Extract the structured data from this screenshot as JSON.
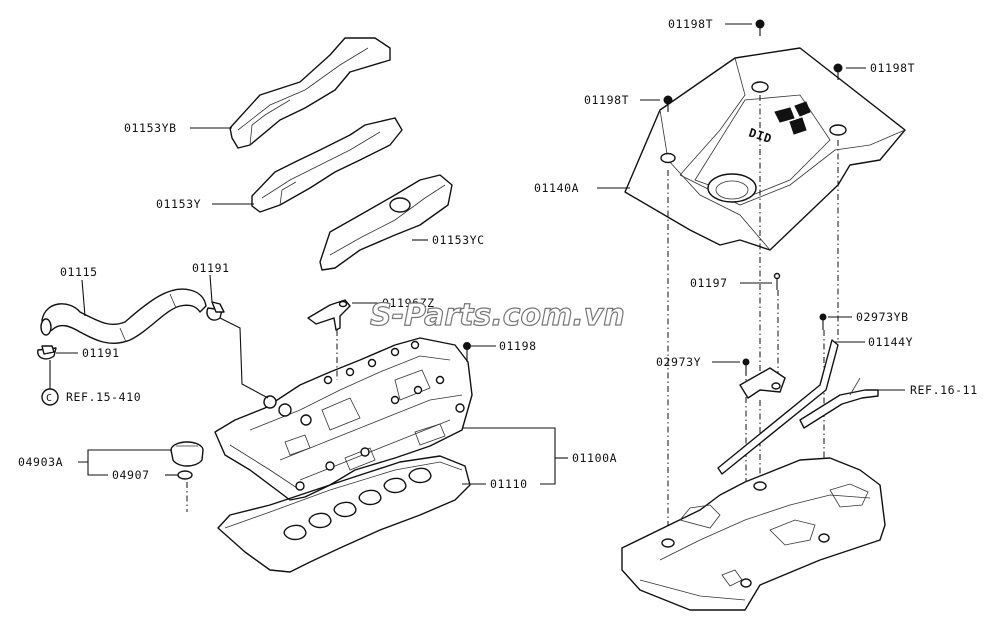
{
  "watermark": "S-Parts.com.vn",
  "colors": {
    "line": "#111111",
    "background": "#ffffff",
    "watermark_fill": "#ffffff",
    "watermark_stroke": "#777777"
  },
  "callouts": {
    "c01198T_top": "01198T",
    "c01198T_right": "01198T",
    "c01198T_left": "01198T",
    "c01140A": "01140A",
    "c01197": "01197",
    "c02973YB": "02973YB",
    "c01144Y": "01144Y",
    "c02973Y": "02973Y",
    "ref_16_11": "REF.16-11",
    "c01153YB": "01153YB",
    "c01153Y": "01153Y",
    "c01153YC": "01153YC",
    "c01115": "01115",
    "c01191_top": "01191",
    "c01191_left": "01191",
    "ref_15_410": "REF.15-410",
    "ref_circle": "C",
    "c01196ZZ": "01196ZZ",
    "c01198": "01198",
    "c04903A": "04903A",
    "c04907": "04907",
    "c01100A": "01100A",
    "c01110": "01110"
  },
  "logo_text": "DID"
}
